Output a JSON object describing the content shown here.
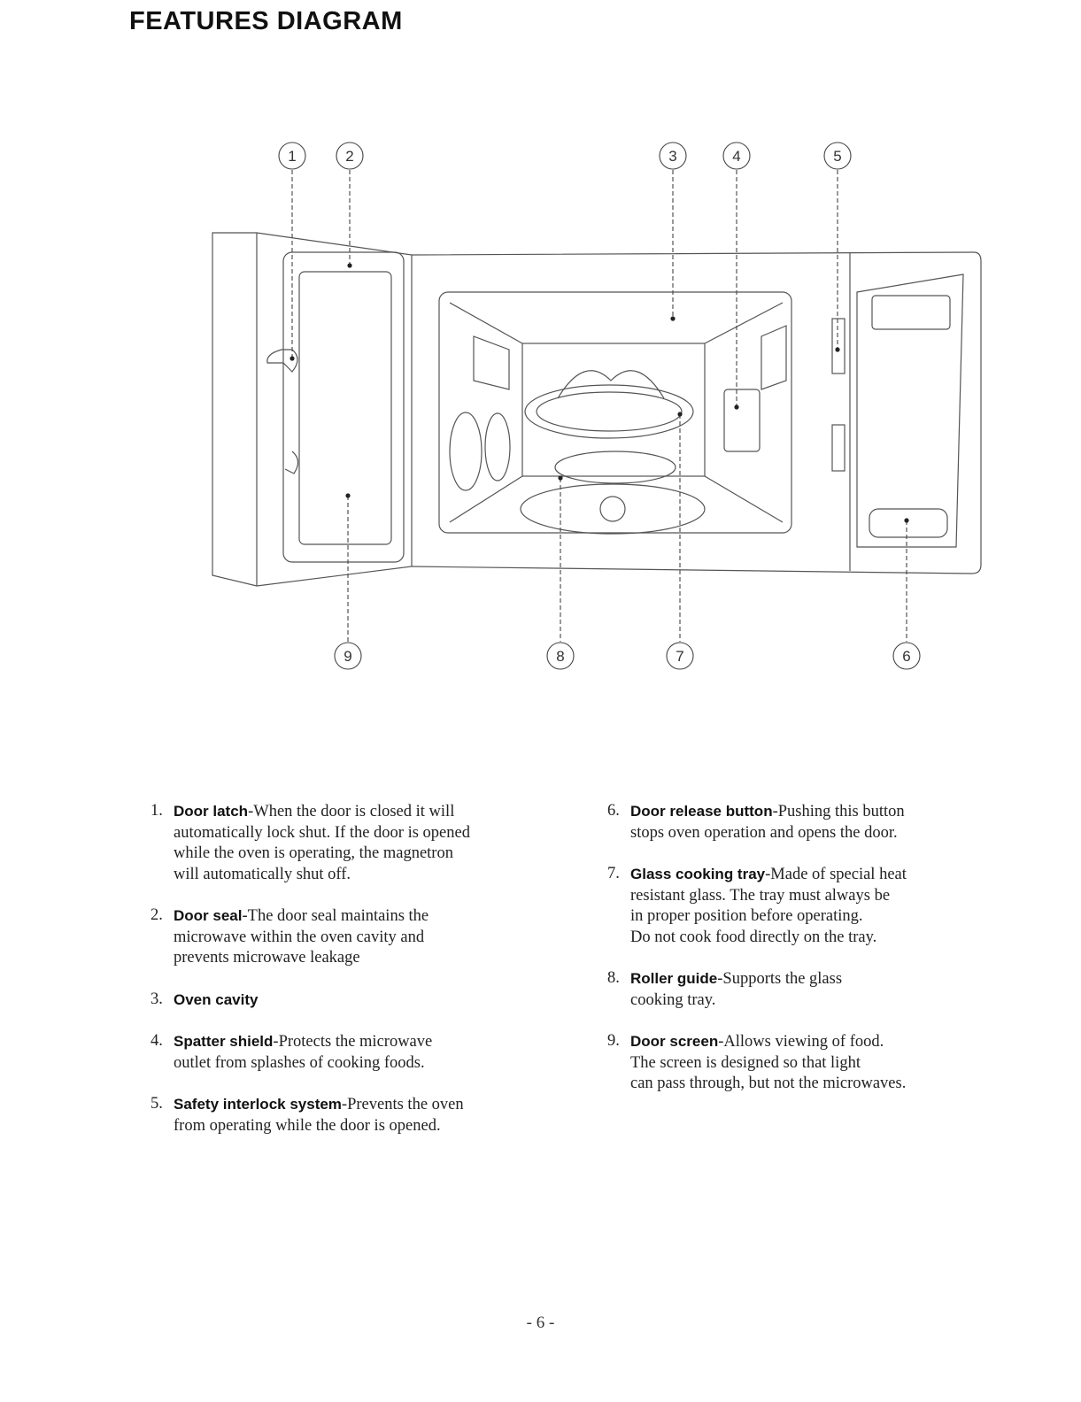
{
  "page": {
    "title": "FEATURES DIAGRAM",
    "page_number": "- 6 -"
  },
  "diagram": {
    "callouts": [
      "1",
      "2",
      "3",
      "4",
      "5",
      "9",
      "8",
      "7",
      "6"
    ]
  },
  "features": [
    {
      "number": "1.",
      "name": "Door latch",
      "separator": "-",
      "lines": [
        "When the door is closed it will",
        "automatically lock shut. If the door is opened",
        "while the oven is operating, the magnetron",
        "will automatically shut off."
      ]
    },
    {
      "number": "2.",
      "name": "Door seal",
      "separator": "-",
      "lines": [
        "The door seal maintains the",
        "microwave within the oven cavity and",
        "prevents  microwave leakage"
      ]
    },
    {
      "number": "3.",
      "name": "Oven cavity",
      "separator": "",
      "lines": []
    },
    {
      "number": "4.",
      "name": "Spatter shield",
      "separator": "-",
      "lines": [
        "Protects the microwave",
        "outlet from splashes of cooking foods."
      ]
    },
    {
      "number": "5.",
      "name": "Safety interlock system",
      "separator": "-",
      "lines": [
        "Prevents the oven",
        "from operating while the door is opened."
      ]
    },
    {
      "number": "6.",
      "name": "Door release button",
      "separator": "-",
      "lines": [
        "Pushing this button",
        "stops oven operation and opens the door."
      ]
    },
    {
      "number": "7.",
      "name": "Glass cooking tray",
      "separator": "-",
      "lines": [
        "Made of special heat",
        "resistant glass. The tray must always be",
        "in proper position before operating.",
        "Do not cook food directly on the tray."
      ]
    },
    {
      "number": "8.",
      "name": "Roller guide",
      "separator": "-",
      "lines": [
        "Supports the glass",
        "cooking tray."
      ]
    },
    {
      "number": "9.",
      "name": "Door screen",
      "separator": "-",
      "lines": [
        "Allows viewing of food.",
        "The screen is designed so that light",
        "can pass through, but not the microwaves."
      ]
    }
  ]
}
